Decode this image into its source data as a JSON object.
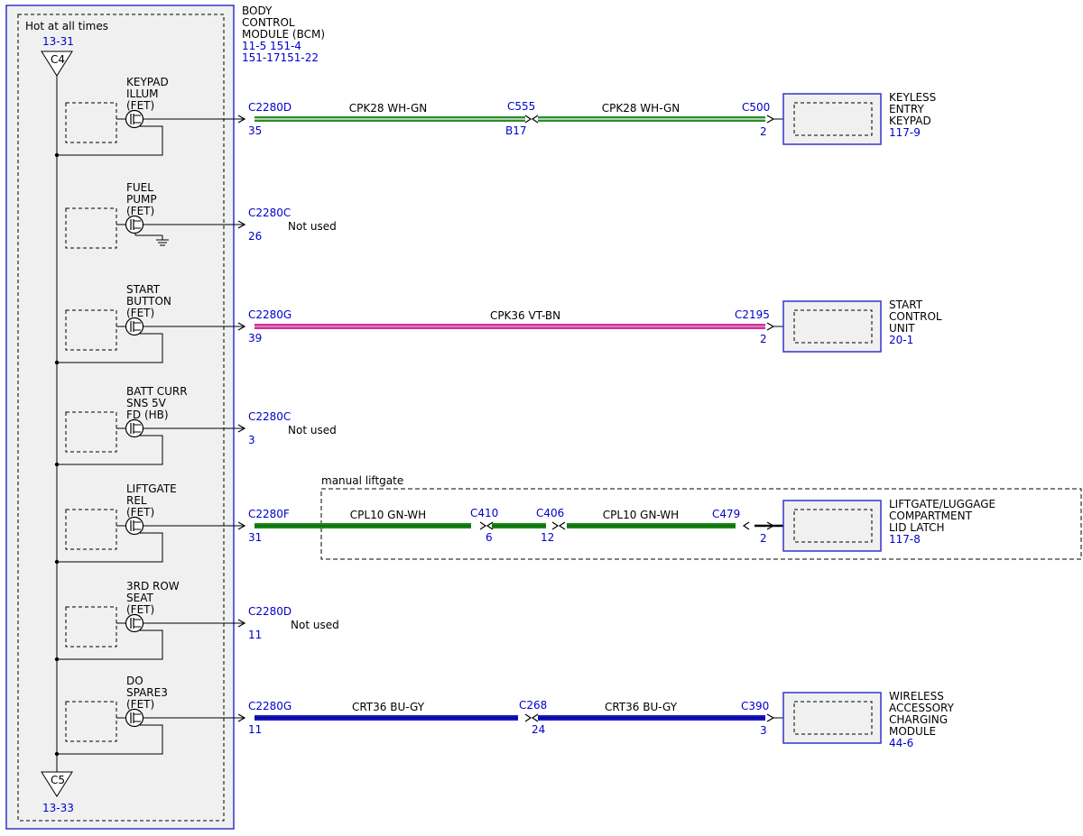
{
  "module": {
    "title_lines": [
      "BODY",
      "CONTROL",
      "MODULE (BCM)"
    ],
    "ref_lines": [
      "11-5  151-4",
      "151-17151-22"
    ],
    "hot_label": "Hot at all times",
    "top_ref": "13-31",
    "bottom_ref": "13-33",
    "top_connector": "C4",
    "bottom_connector": "C5"
  },
  "circuits": [
    {
      "fet_lines": [
        "KEYPAD",
        "ILLUM",
        "(FET)"
      ],
      "bcm_connector": "C2280D",
      "bcm_pin": "35",
      "note": "",
      "segments": [
        {
          "label": "CPK28  WH-GN",
          "color": "#2e8b2e",
          "stripe": "#ffffff"
        },
        {
          "label": "CPK28  WH-GN",
          "color": "#2e8b2e",
          "stripe": "#ffffff"
        }
      ],
      "mid_connectors": [
        {
          "name": "C555",
          "pin": "B17"
        }
      ],
      "end_connector": "C500",
      "end_pin": "2",
      "component_lines": [
        "KEYLESS",
        "ENTRY",
        "KEYPAD"
      ],
      "component_ref": "117-9"
    },
    {
      "fet_lines": [
        "FUEL",
        "PUMP",
        "(FET)"
      ],
      "bcm_connector": "C2280C",
      "bcm_pin": "26",
      "note": "Not used"
    },
    {
      "fet_lines": [
        "START",
        "BUTTON",
        "(FET)"
      ],
      "bcm_connector": "C2280G",
      "bcm_pin": "39",
      "note": "",
      "segments": [
        {
          "label": "CPK36  VT-BN",
          "color": "#cc3399",
          "stripe": "#e8a0d0"
        }
      ],
      "mid_connectors": [],
      "end_connector": "C2195",
      "end_pin": "2",
      "component_lines": [
        "START",
        "CONTROL",
        "UNIT"
      ],
      "component_ref": "20-1"
    },
    {
      "fet_lines": [
        "BATT CURR",
        "SNS 5V",
        "FD (HB)"
      ],
      "bcm_connector": "C2280C",
      "bcm_pin": "3",
      "note": "Not used"
    },
    {
      "fet_lines": [
        "LIFTGATE",
        "REL",
        "(FET)"
      ],
      "bcm_connector": "C2280F",
      "bcm_pin": "31",
      "note": "",
      "segments": [
        {
          "label": "CPL10  GN-WH",
          "color": "#1a8a1a",
          "stripe": "#0d5a0d"
        },
        {
          "label": "",
          "color": "#1a8a1a",
          "stripe": "#0d5a0d"
        },
        {
          "label": "CPL10  GN-WH",
          "color": "#1a8a1a",
          "stripe": "#0d5a0d"
        }
      ],
      "mid_connectors": [
        {
          "name": "C410",
          "pin": "6"
        },
        {
          "name": "C406",
          "pin": "12"
        }
      ],
      "end_connector": "C479",
      "end_pin": "2",
      "component_lines": [
        "LIFTGATE/LUGGAGE",
        "COMPARTMENT",
        "LID LATCH"
      ],
      "component_ref": "117-8",
      "option_label": "manual liftgate"
    },
    {
      "fet_lines": [
        "3RD ROW",
        "SEAT",
        "(FET)"
      ],
      "bcm_connector": "C2280D",
      "bcm_pin": "11",
      "note": "Not used"
    },
    {
      "fet_lines": [
        "DO",
        "SPARE3",
        "(FET)"
      ],
      "bcm_connector": "C2280G",
      "bcm_pin": "11",
      "note": "",
      "segments": [
        {
          "label": "CRT36  BU-GY",
          "color": "#1a1acc",
          "stripe": "#000066"
        },
        {
          "label": "CRT36  BU-GY",
          "color": "#1a1acc",
          "stripe": "#000066"
        }
      ],
      "mid_connectors": [
        {
          "name": "C268",
          "pin": "24"
        }
      ],
      "end_connector": "C390",
      "end_pin": "3",
      "component_lines": [
        "WIRELESS",
        "ACCESSORY",
        "CHARGING",
        "MODULE"
      ],
      "component_ref": "44-6"
    }
  ],
  "colors": {
    "ref_text": "#0000cc",
    "module_border": "#3333cc",
    "module_fill": "#f0f0f0",
    "line": "#000000"
  }
}
